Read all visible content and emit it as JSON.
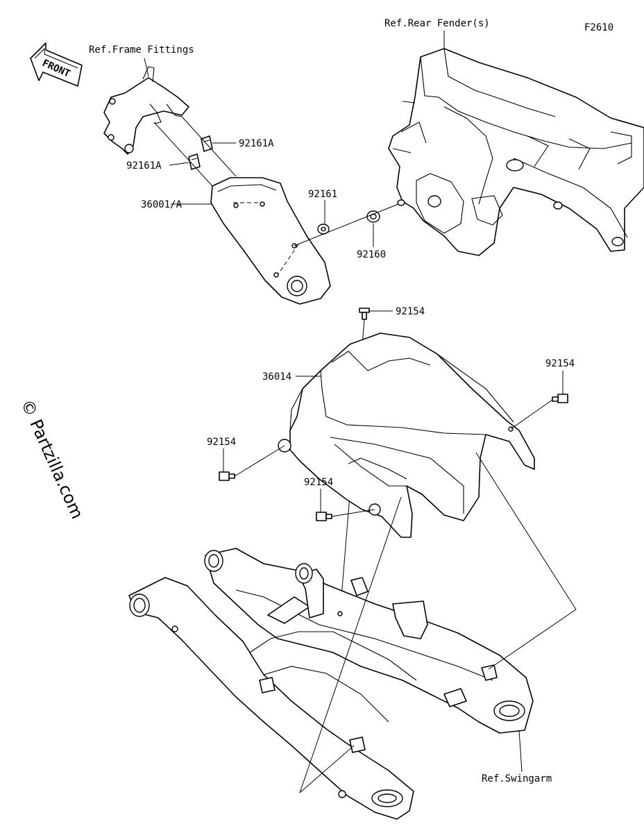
{
  "diagram_code": "F2610",
  "watermark": "© Partzilla.com",
  "direction_arrow": {
    "text": "FRONT",
    "icon": "front-arrow-icon"
  },
  "references": {
    "frame_fittings": "Ref.Frame Fittings",
    "rear_fender": "Ref.Rear Fender(s)",
    "swingarm": "Ref.Swingarm"
  },
  "part_labels": {
    "clip_upper": "92161A",
    "clip_lower": "92161A",
    "side_cover": "36001/A",
    "washer": "92161",
    "grommet": "92160",
    "bolt_top": "92154",
    "chain_cover": "36014",
    "bolt_right": "92154",
    "bolt_left": "92154",
    "bolt_bottom": "92154"
  }
}
